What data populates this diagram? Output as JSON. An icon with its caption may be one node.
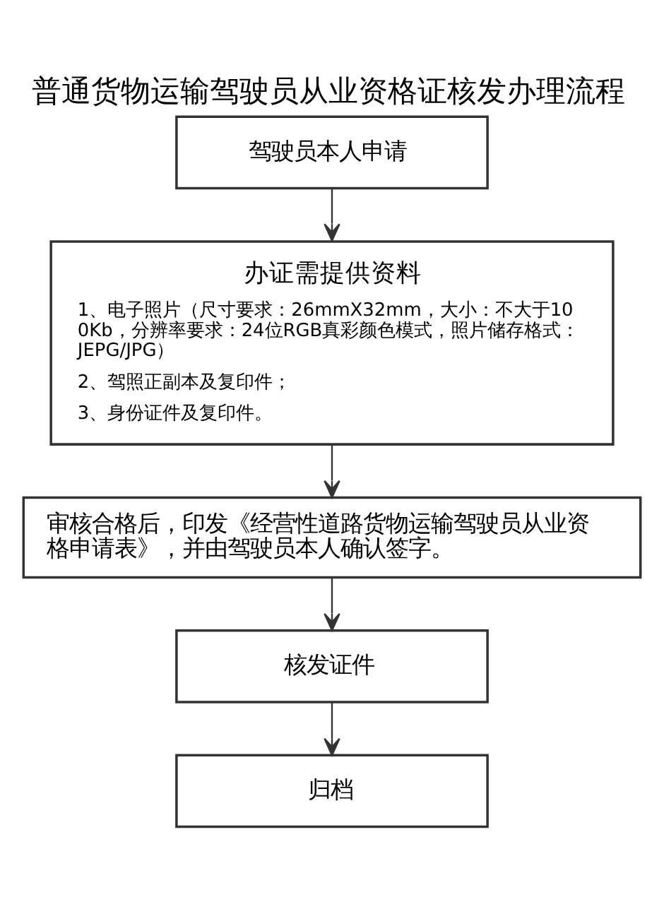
{
  "diagram": {
    "title": "普通货物运输驾驶员从业资格证核发办理流程",
    "nodes": [
      {
        "text": [
          "驾驶员本人申请"
        ]
      },
      {
        "text": [
          "办证需提供资料",
          "1、电子照片（尺寸要求：26mmX32mm，大小：不大于100Kb，分辨率要求：24位RGB真彩颜色模式，照片储存格式：JEPG/JPG）",
          "2、驾照正副本及复印件；",
          "3、身份证件及复印件。"
        ]
      },
      {
        "text": [
          "审核合格后，印发《经营性道路货物运输驾驶员从业资格申请表》，并由驾驶员本人确认签字。"
        ]
      },
      {
        "text": [
          "核发证件"
        ]
      },
      {
        "text": [
          "归档"
        ]
      }
    ],
    "edges": [
      {
        "from": 0,
        "to": 1,
        "arrow": "to"
      },
      {
        "from": 1,
        "to": 2,
        "arrow": "to"
      },
      {
        "from": 2,
        "to": 3,
        "arrow": "to"
      },
      {
        "from": 3,
        "to": 4,
        "arrow": "to"
      }
    ]
  }
}
